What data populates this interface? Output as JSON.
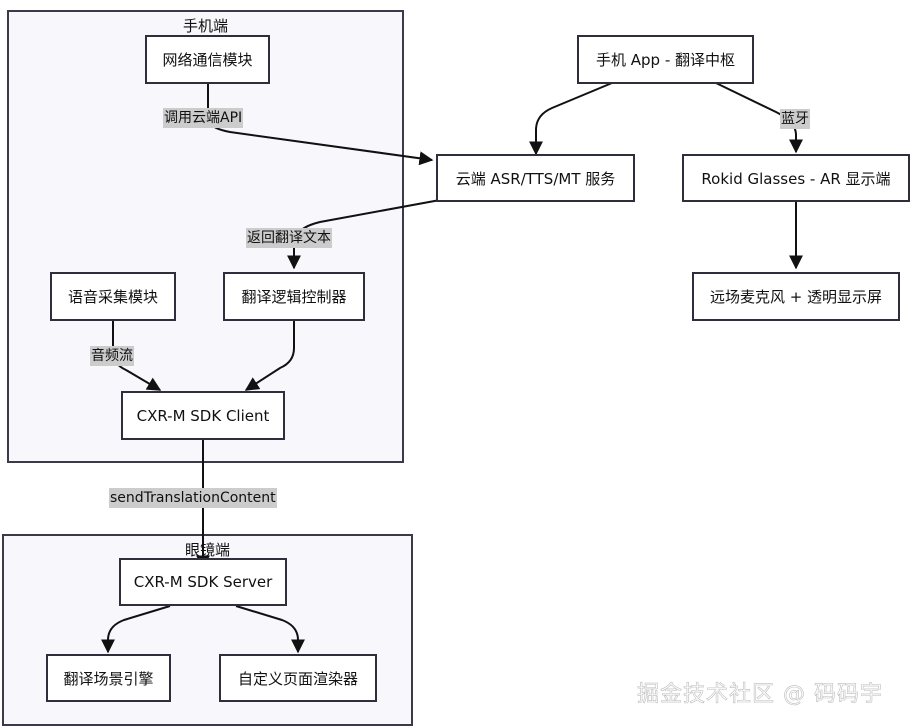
{
  "groups": {
    "phone": "手机端",
    "glasses": "眼镜端"
  },
  "nodes": {
    "network": "网络通信模块",
    "voice": "语音采集模块",
    "controller": "翻译逻辑控制器",
    "client": "CXR-M SDK Client",
    "hub": "手机 App - 翻译中枢",
    "cloud": "云端 ASR/TTS/MT 服务",
    "rokid": "Rokid Glasses - AR 显示端",
    "mic": "远场麦克风 + 透明显示屏",
    "server": "CXR-M SDK Server",
    "scene": "翻译场景引擎",
    "renderer": "自定义页面渲染器"
  },
  "edge_labels": {
    "call_api": "调用云端API",
    "return_text": "返回翻译文本",
    "audio": "音频流",
    "bluetooth": "蓝牙",
    "send": "sendTranslationContent"
  },
  "watermark": "掘金技术社区 @ 码码宇",
  "colors": {
    "border": "#2e2e3c",
    "group_fill": "#f8f8fc",
    "edge_label_bg": "#cccccc"
  }
}
